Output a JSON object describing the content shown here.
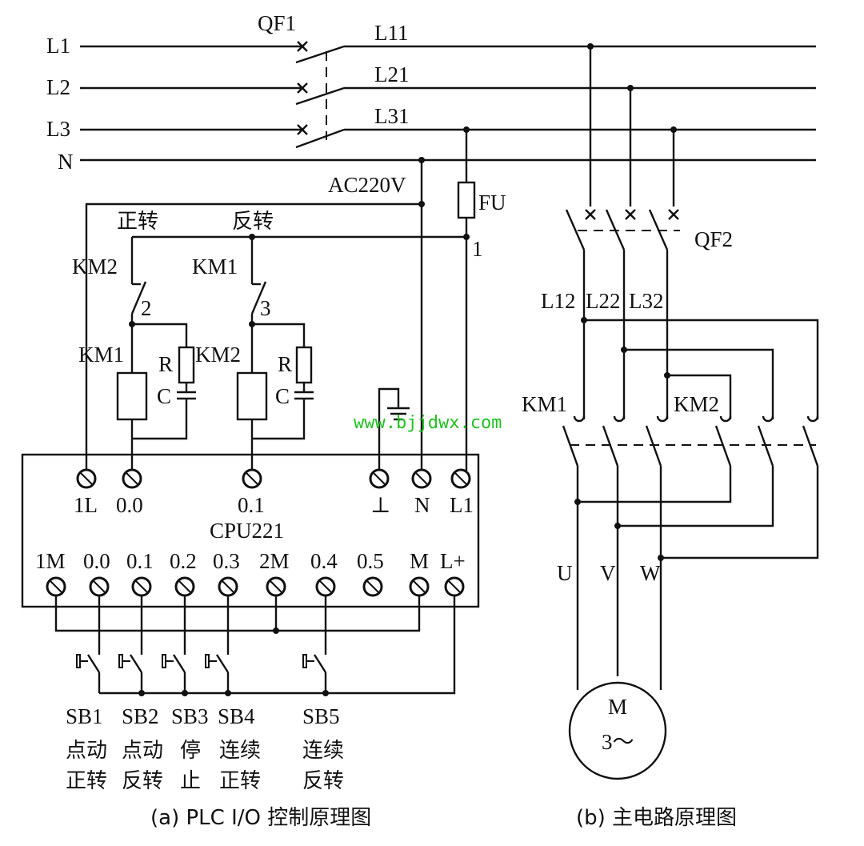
{
  "supply": {
    "breaker": "QF1",
    "lines_in": [
      "L1",
      "L2",
      "L3",
      "N"
    ],
    "lines_out": [
      "L11",
      "L21",
      "L31"
    ],
    "ac_label": "AC220V",
    "fuse": "FU",
    "node1": "1"
  },
  "control": {
    "forward_label": "正转",
    "reverse_label": "反转",
    "km2_nc": "KM2",
    "km1_nc": "KM1",
    "node2": "2",
    "node3": "3",
    "km1_coil": "KM1",
    "km2_coil": "KM2",
    "r1": "R",
    "c1": "C",
    "r2": "R",
    "c2": "C"
  },
  "watermark": "www.bjjdwx.com",
  "plc": {
    "model": "CPU221",
    "outputs": [
      "1L",
      "0.0",
      "0.1",
      "⊥",
      "N",
      "L1"
    ],
    "inputs": [
      "1M",
      "0.0",
      "0.1",
      "0.2",
      "0.3",
      "2M",
      "0.4",
      "0.5",
      "M",
      "L+"
    ]
  },
  "buttons": [
    {
      "id": "SB1",
      "l1": "点动",
      "l2": "正转"
    },
    {
      "id": "SB2",
      "l1": "点动",
      "l2": "反转"
    },
    {
      "id": "SB3",
      "l1": "停",
      "l2": "止"
    },
    {
      "id": "SB4",
      "l1": "连续",
      "l2": "正转"
    },
    {
      "id": "SB5",
      "l1": "连续",
      "l2": "反转"
    }
  ],
  "main": {
    "breaker": "QF2",
    "lines": [
      "L12",
      "L22",
      "L32"
    ],
    "km1": "KM1",
    "km2": "KM2",
    "phases": [
      "U",
      "V",
      "W"
    ],
    "motor": "M",
    "motor_sub": "3～"
  },
  "captions": {
    "a": "(a) PLC I/O 控制原理图",
    "b": "(b) 主电路原理图"
  }
}
